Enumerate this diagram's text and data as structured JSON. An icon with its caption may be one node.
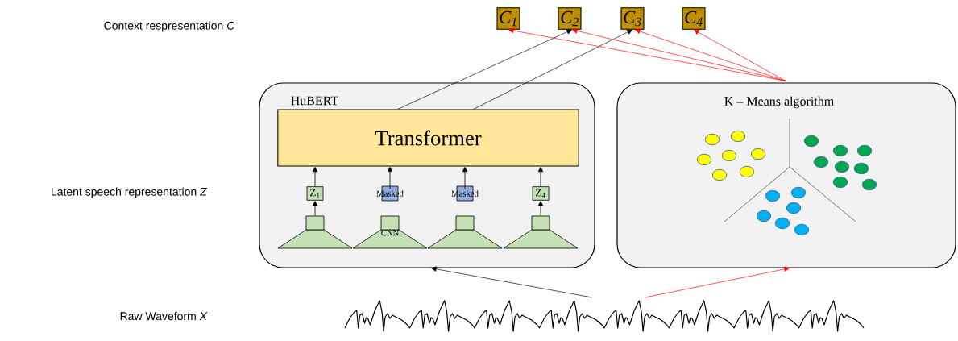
{
  "diagram": {
    "nodes": [
      {
        "text": [
          "HuBERT"
        ]
      },
      {
        "text": [
          "Transformer"
        ],
        "in": 0
      },
      {
        "text": [
          "Z$_{1}$"
        ],
        "in": 0
      },
      {
        "text": [
          "Masked"
        ],
        "in": 0
      },
      {
        "text": [
          "Masked"
        ],
        "in": 0
      },
      {
        "text": [
          "Z$_{4}$"
        ],
        "in": 0
      },
      {
        "text": [],
        "shape": "trapezoid",
        "in": 0
      },
      {
        "text": [
          "CNN"
        ],
        "in": 0
      },
      {
        "text": [],
        "shape": "trapezoid",
        "in": 0
      },
      {
        "text": [],
        "shape": "trapezoid",
        "in": 0
      },
      {
        "text": [
          "K – Means algorithm"
        ]
      },
      {
        "text": [
          "C$_{1}$"
        ]
      },
      {
        "text": [
          "C$_{2}$"
        ]
      },
      {
        "text": [
          "C$_{3}$"
        ]
      },
      {
        "text": [
          "C$_{4}$"
        ]
      },
      {
        "text": [],
        "shape": "picture"
      }
    ],
    "edges": [
      {
        "from": 6,
        "to": 2,
        "arrow": "to"
      },
      {
        "from": 9,
        "to": 5,
        "arrow": "to"
      },
      {
        "from": 2,
        "to": 1,
        "arrow": "to"
      },
      {
        "from": 3,
        "to": 1,
        "arrow": "to"
      },
      {
        "from": 4,
        "to": 1,
        "arrow": "to"
      },
      {
        "from": 5,
        "to": 1,
        "arrow": "to"
      },
      {
        "from": 1,
        "to": 12,
        "arrow": "to"
      },
      {
        "from": 1,
        "to": 13,
        "arrow": "to"
      },
      {
        "from": 10,
        "to": 11,
        "arrow": "to",
        "color": "#ff0000"
      },
      {
        "from": 10,
        "to": 12,
        "arrow": "to",
        "color": "#ff0000"
      },
      {
        "from": 10,
        "to": 13,
        "arrow": "to",
        "color": "#ff0000"
      },
      {
        "from": 10,
        "to": 14,
        "arrow": "to",
        "color": "#ff0000"
      },
      {
        "from": 15,
        "to": 0,
        "arrow": "to"
      },
      {
        "from": 15,
        "to": 10,
        "arrow": "to",
        "color": "#ff0000"
      }
    ],
    "labels": [
      "Context respresentation *C*",
      "Latent speech representation *Z*",
      "Raw Waveform *X*"
    ]
  }
}
